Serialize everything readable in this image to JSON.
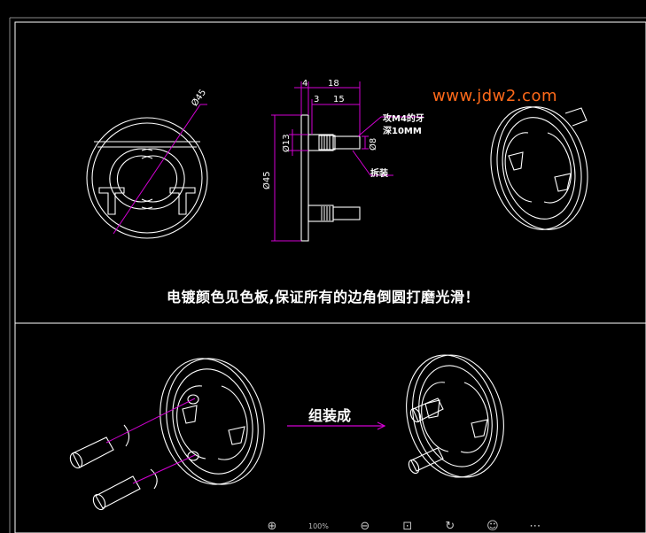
{
  "watermark": "www.jdw2.com",
  "note": "电镀颜色见色板,保证所有的边角倒圆打磨光滑！",
  "assemble_label": "组装成",
  "dimensions": {
    "diameter_front": "Ø45",
    "d4": "4",
    "d18": "18",
    "d3": "3",
    "d15": "15",
    "d13": "Ø13",
    "d8": "Ø8",
    "d45": "Ø45"
  },
  "callouts": {
    "thread_line1": "攻M4的牙",
    "thread_line2": "深10MM",
    "removable": "拆装"
  },
  "toolbar": {
    "zoom_level": "100%",
    "icons": [
      "zoom-in-icon",
      "zoom-out-icon",
      "fit-icon",
      "rotate-icon",
      "smile-icon",
      "more-icon"
    ]
  },
  "colors": {
    "background": "#000000",
    "lines": "#ffffff",
    "dimension": "#d400d4",
    "watermark": "#ff6a1a"
  }
}
